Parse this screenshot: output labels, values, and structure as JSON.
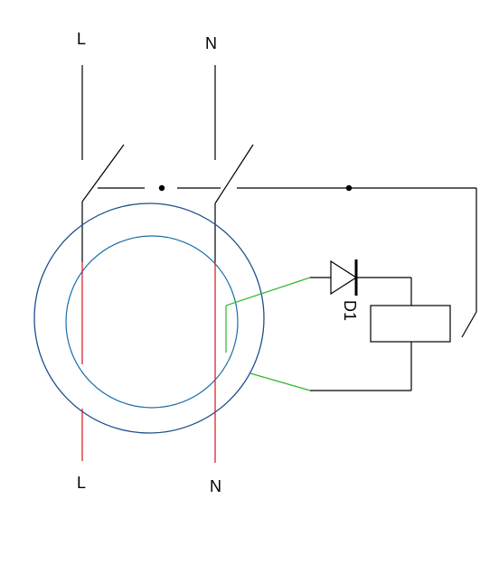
{
  "labels": {
    "line_top": "L",
    "neutral_top": "N",
    "line_bottom": "L",
    "neutral_bottom": "N",
    "diode": "D1"
  },
  "colors": {
    "wire": "#000000",
    "conductor": "#d4141c",
    "sense_winding": "#2db82d",
    "core_outer": "#1f4e8c",
    "core_inner": "#1b6ea8"
  }
}
